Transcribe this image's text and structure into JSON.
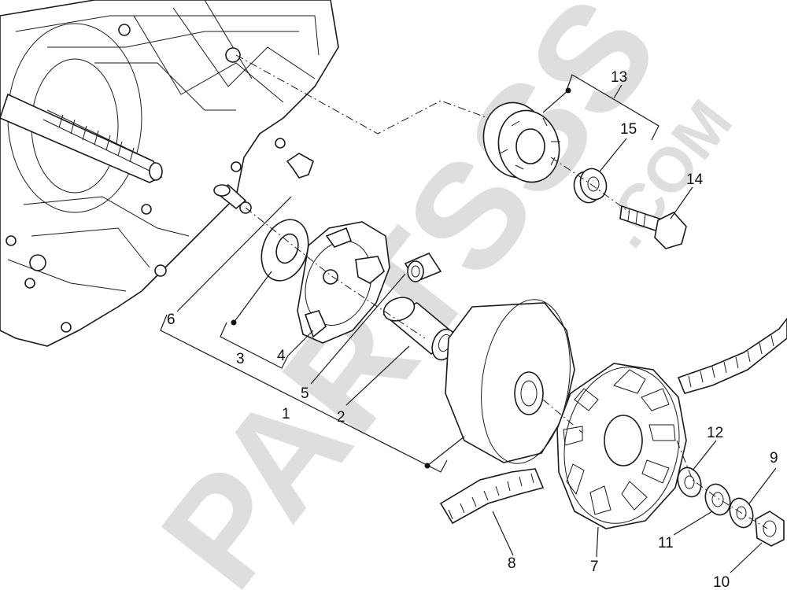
{
  "watermark": {
    "main": "PARTSSS",
    "suffix": ".COM"
  },
  "callouts": [
    {
      "id": "1",
      "label": "1"
    },
    {
      "id": "2",
      "label": "2"
    },
    {
      "id": "3",
      "label": "3"
    },
    {
      "id": "4",
      "label": "4"
    },
    {
      "id": "5",
      "label": "5"
    },
    {
      "id": "6",
      "label": "6"
    },
    {
      "id": "7",
      "label": "7"
    },
    {
      "id": "8",
      "label": "8"
    },
    {
      "id": "9",
      "label": "9"
    },
    {
      "id": "10",
      "label": "10"
    },
    {
      "id": "11",
      "label": "11"
    },
    {
      "id": "12",
      "label": "12"
    },
    {
      "id": "13",
      "label": "13"
    },
    {
      "id": "14",
      "label": "14"
    },
    {
      "id": "15",
      "label": "15"
    }
  ]
}
